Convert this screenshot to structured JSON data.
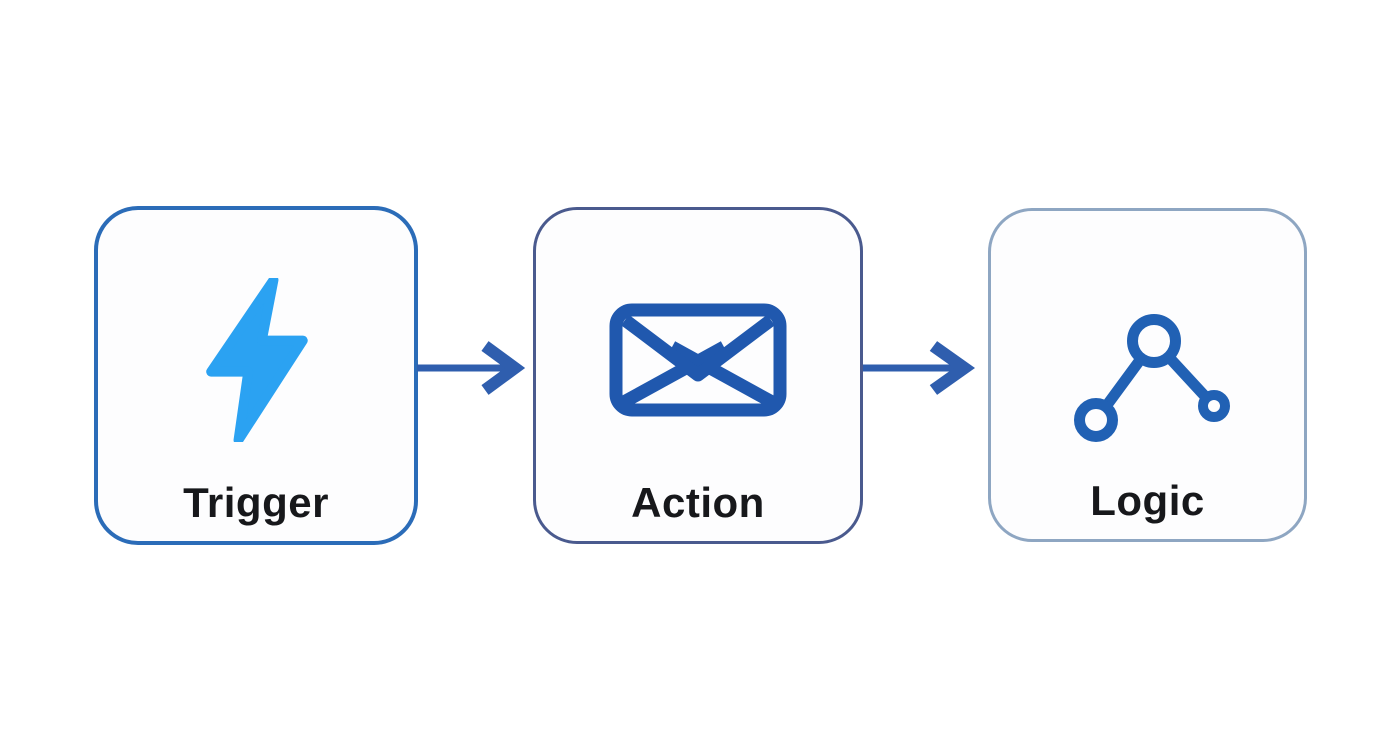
{
  "diagram": {
    "background_color": "#ffffff",
    "label_color": "#17181b",
    "arrow_color": "#2f5eae",
    "nodes": [
      {
        "label": "Trigger",
        "icon": "lightning-bolt-icon",
        "border_color": "#2b6cb8",
        "icon_color": "#2ba2f2"
      },
      {
        "label": "Action",
        "icon": "envelope-icon",
        "border_color": "#4a5a8e",
        "icon_color": "#2058ae"
      },
      {
        "label": "Logic",
        "icon": "network-nodes-icon",
        "border_color": "#8ea6c2",
        "icon_color": "#2161b4"
      }
    ],
    "connectors": [
      {
        "from": "Trigger",
        "to": "Action",
        "style": "right-arrow"
      },
      {
        "from": "Action",
        "to": "Logic",
        "style": "right-arrow"
      }
    ]
  }
}
